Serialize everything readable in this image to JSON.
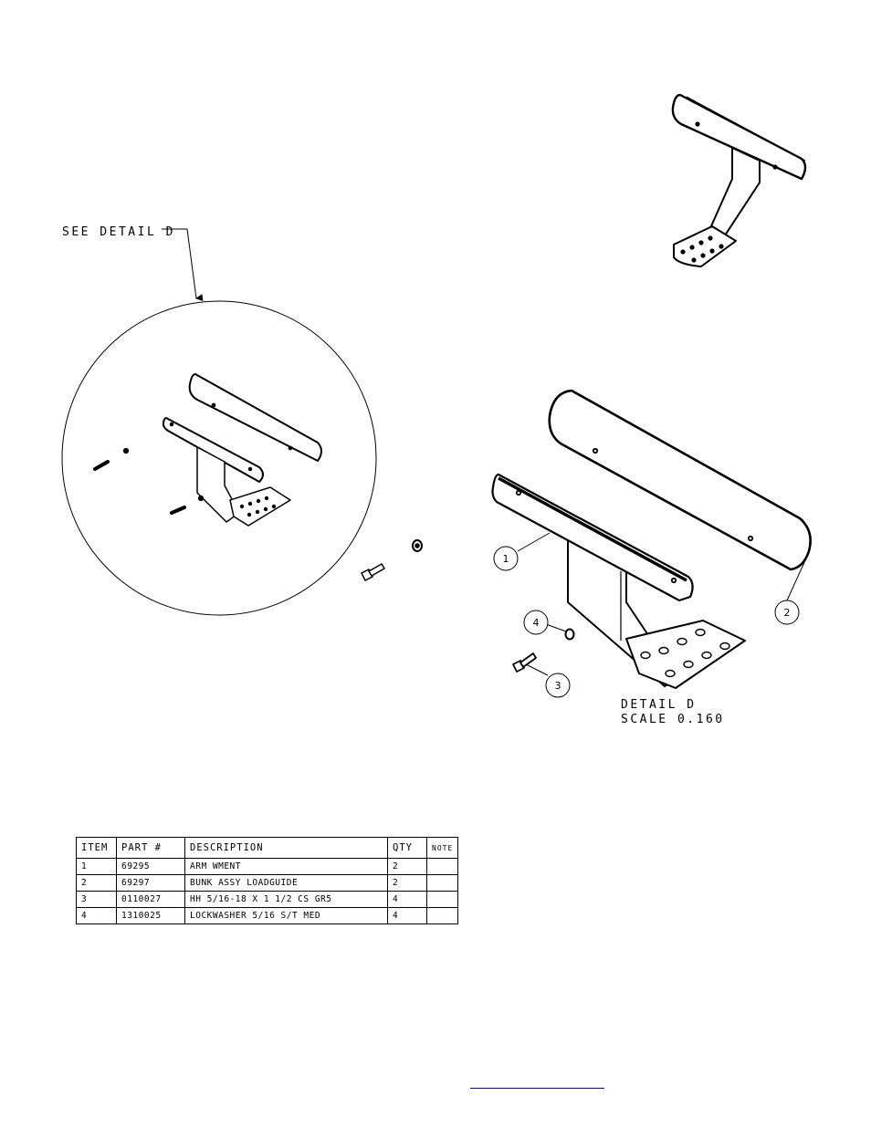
{
  "callout": {
    "see_detail": "SEE DETAIL  D"
  },
  "detail": {
    "title": "DETAIL  D",
    "scale": "SCALE  0.160"
  },
  "balloons": [
    {
      "id": "1"
    },
    {
      "id": "2"
    },
    {
      "id": "3"
    },
    {
      "id": "4"
    }
  ],
  "bom": {
    "headers": {
      "item": "ITEM",
      "part": "PART #",
      "description": "DESCRIPTION",
      "qty": "QTY",
      "note": "NOTE"
    },
    "rows": [
      {
        "item": "1",
        "part": "69295",
        "description": "ARM WMENT",
        "qty": "2",
        "note": ""
      },
      {
        "item": "2",
        "part": "69297",
        "description": "BUNK ASSY   LOADGUIDE",
        "qty": "2",
        "note": ""
      },
      {
        "item": "3",
        "part": "0110027",
        "description": "HH 5/16-18 X 1 1/2 CS GR5",
        "qty": "4",
        "note": ""
      },
      {
        "item": "4",
        "part": "1310025",
        "description": "LOCKWASHER 5/16 S/T MED",
        "qty": "4",
        "note": ""
      }
    ]
  },
  "footer": {
    "link_text": ""
  }
}
